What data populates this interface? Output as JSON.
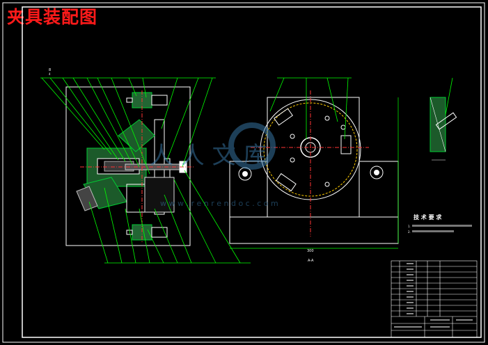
{
  "title": "夹具装配图",
  "watermark": {
    "text": "人 人 文 库",
    "url": "w w w . r e n r e n d o c . c o m"
  },
  "views": {
    "section_label": "A-A"
  },
  "tech_requirements": {
    "heading": "技 术 要 求",
    "items": [
      "1.",
      "2."
    ]
  },
  "dimensions": {
    "left_width": "300"
  },
  "colors": {
    "title": "#ff1a1a",
    "leader": "#00ff00",
    "outline": "#ffffff",
    "hatch": "#00cc33",
    "centerline": "#ff3333",
    "circle": "#ffcc00"
  }
}
